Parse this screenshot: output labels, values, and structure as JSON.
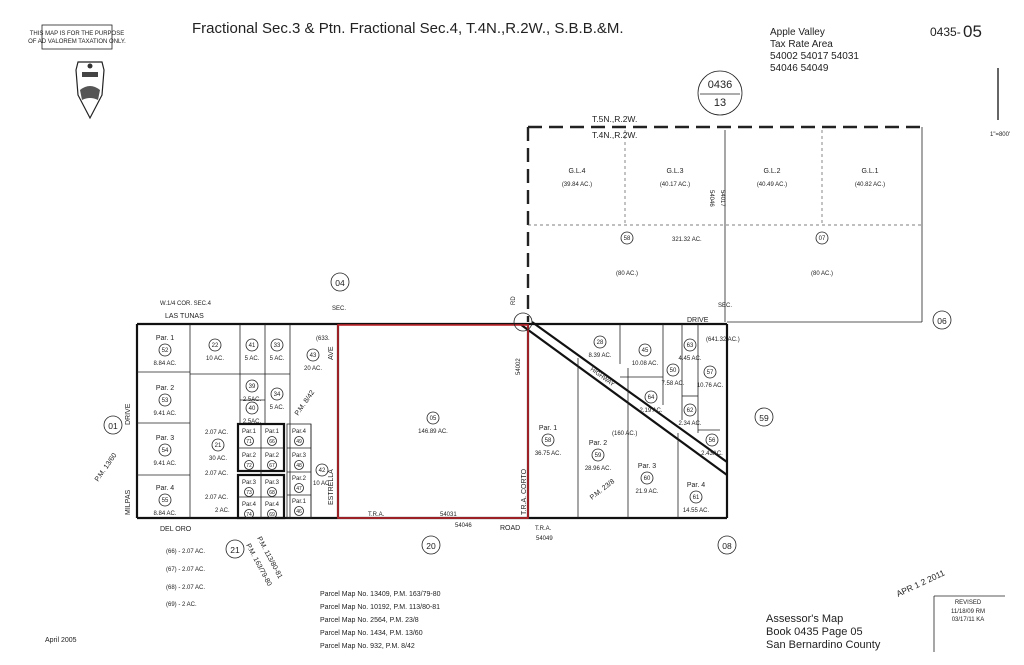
{
  "disclaimer": [
    "THIS MAP IS FOR THE PURPOSE",
    "OF AD VALOREM TAXATION ONLY."
  ],
  "title": "Fractional Sec.3 & Ptn. Fractional Sec.4, T.4N.,R.2W., S.B.B.&M.",
  "tax_area": {
    "city": "Apple Valley",
    "label": "Tax Rate Area",
    "codes_line1": "54002 54017 54031",
    "codes_line2": "54046 54049"
  },
  "map_number": {
    "book": "0435-",
    "page": "05"
  },
  "adjacent_top": {
    "book": "0436",
    "page": "13"
  },
  "scale": "1\"=800'",
  "township_labels": [
    "T.5N.,R.2W.",
    "T.4N.,R.2W."
  ],
  "gov_lots": [
    {
      "name": "G.L.4",
      "acres": "(39.84 AC.)"
    },
    {
      "name": "G.L.3",
      "acres": "(40.17 AC.)"
    },
    {
      "name": "G.L.2",
      "acres": "(40.49 AC.)"
    },
    {
      "name": "G.L.1",
      "acres": "(40.82 AC.)"
    }
  ],
  "upper_parcels": {
    "p58": "58",
    "p07": "07",
    "total": "321.32 AC.",
    "a1": "(80 AC.)",
    "a2": "(80 AC.)",
    "tra1": "54046",
    "tra2": "54017"
  },
  "streets": {
    "las_tunas": "LAS TUNAS",
    "drive_left": "DRIVE",
    "milpas": "MILPAS",
    "del_oro": "DEL ORO",
    "estrella": "ESTRELLA",
    "ave": "AVE",
    "corto": "T.R.A. CORTO",
    "road": "ROAD",
    "drive_right": "DRIVE",
    "sec_left": "SEC.",
    "sec_right": "SEC.",
    "corner": "W.1/4 COR. SEC.4",
    "tra": "T.R.A.",
    "rd": "RD"
  },
  "adjacent_maps": {
    "a01": "01",
    "a04": "04",
    "a06": "06",
    "a08": "08",
    "a20": "20",
    "a21": "21",
    "a59": "59"
  },
  "parcels": [
    {
      "label": "Par. 1",
      "num": "52",
      "acres": "8.84 AC."
    },
    {
      "label": "Par. 2",
      "num": "53",
      "acres": "9.41 AC."
    },
    {
      "label": "Par. 3",
      "num": "54",
      "acres": "9.41 AC."
    },
    {
      "label": "Par. 4",
      "num": "55",
      "acres": "8.84 AC."
    },
    {
      "label": "",
      "num": "22",
      "acres": "10 AC."
    },
    {
      "label": "",
      "num": "41",
      "acres": "5 AC."
    },
    {
      "label": "",
      "num": "33",
      "acres": "5 AC."
    },
    {
      "label": "",
      "num": "39",
      "acres": "2.5AC."
    },
    {
      "label": "",
      "num": "34",
      "acres": "5 AC."
    },
    {
      "label": "",
      "num": "40",
      "acres": "2.5AC."
    },
    {
      "label": "",
      "num": "43",
      "acres": "20 AC."
    },
    {
      "label": "",
      "num": "21",
      "acres": "30 AC."
    },
    {
      "label": "",
      "num": "42",
      "acres": "10 AC."
    },
    {
      "label": "",
      "num": "05",
      "acres": "146.89 AC."
    },
    {
      "label": "",
      "num": "28",
      "acres": "8.39 AC."
    },
    {
      "label": "",
      "num": "45",
      "acres": "10.08 AC."
    },
    {
      "label": "",
      "num": "50",
      "acres": "7.58 AC."
    },
    {
      "label": "",
      "num": "63",
      "acres": "4.45 AC."
    },
    {
      "label": "",
      "num": "57",
      "acres": "10.76 AC."
    },
    {
      "label": "",
      "num": "64",
      "acres": "2.19 AC."
    },
    {
      "label": "",
      "num": "62",
      "acres": "2.34 AC."
    },
    {
      "label": "",
      "num": "56",
      "acres": "2.43AC."
    },
    {
      "label": "Par. 1",
      "num": "58",
      "acres": "36.75 AC."
    },
    {
      "label": "Par. 2",
      "num": "59",
      "acres": "28.96 AC."
    },
    {
      "label": "Par. 3",
      "num": "60",
      "acres": "21.9 AC."
    },
    {
      "label": "Par. 4",
      "num": "61",
      "acres": "14.55 AC."
    }
  ],
  "small_parcels": [
    "Par.1",
    "71",
    "Par.1",
    "66",
    "Par.4",
    "49",
    "Par.2",
    "72",
    "Par.2",
    "67",
    "Par.3",
    "48",
    "Par.3",
    "73",
    "Par.3",
    "68",
    "Par.2",
    "47",
    "Par.4",
    "74",
    "Par.4",
    "69",
    "Par.1",
    "46"
  ],
  "misc_labels": {
    "a207a": "2.07 AC.",
    "a207b": "2.07 AC.",
    "a207c": "2.07 AC.",
    "a2": "2 AC.",
    "a633": "(633.",
    "a641": "(641.32 AC.)",
    "a160": "(160 AC.)",
    "pm842": "P.M. 8/42",
    "pm1360": "P.M. 13/60",
    "pm238": "P.M. 23/8",
    "pm113": "P.M. 113/80-81",
    "pm163": "P.M. 163/79-80",
    "highway": "HIGHWAY",
    "tra54031": "54031",
    "tra54046": "54046",
    "tra54049": "54049",
    "tra54002": "54002",
    "t51": "6"
  },
  "legend_small": [
    "(66) - 2.07 AC.",
    "(67) - 2.07 AC.",
    "(68) - 2.07 AC.",
    "(69) - 2 AC."
  ],
  "parcel_maps": [
    "Parcel Map No. 13409, P.M. 163/79-80",
    "Parcel Map No. 10192, P.M. 113/80-81",
    "Parcel Map No. 2564, P.M. 23/8",
    "Parcel Map No. 1434, P.M. 13/60",
    "Parcel Map No. 932, P.M. 8/42"
  ],
  "stamp_date": "APR 1 2 2011",
  "revised": {
    "label": "REVISED",
    "d1": "11/18/09 RM",
    "d2": "03/17/11 KA"
  },
  "footer": {
    "line1": "Assessor's Map",
    "line2": "Book 0435 Page 05",
    "line3": "San Bernardino County",
    "date": "April 2005"
  },
  "colors": {
    "highlight": "#c0262c",
    "ink": "#222222"
  }
}
